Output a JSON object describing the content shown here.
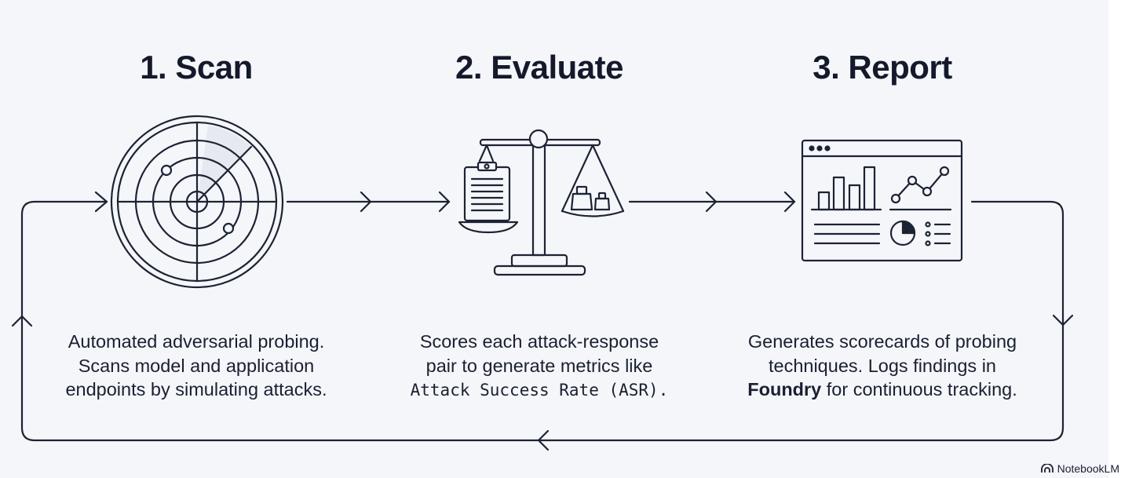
{
  "steps": [
    {
      "title": "1. Scan",
      "icon": "radar-icon",
      "lines": [
        "Automated adversarial probing.",
        "Scans model and application",
        "endpoints by simulating attacks."
      ]
    },
    {
      "title": "2. Evaluate",
      "icon": "balance-scale-icon",
      "line1": "Scores each attack-response",
      "line2": "pair to generate metrics like",
      "line3_mono": "Attack Success Rate (ASR)",
      "line3_end": "."
    },
    {
      "title": "3. Report",
      "icon": "dashboard-report-icon",
      "line1": "Generates scorecards of probing",
      "line2": "techniques. Logs findings in",
      "line3_bold": "Foundry",
      "line3_rest": " for continuous tracking."
    }
  ],
  "brand": {
    "label": "NotebookLM",
    "icon": "notebooklm-logo-icon"
  },
  "colors": {
    "background": "#f4f6fa",
    "stroke": "#1c2333",
    "text": "#141a2b"
  }
}
